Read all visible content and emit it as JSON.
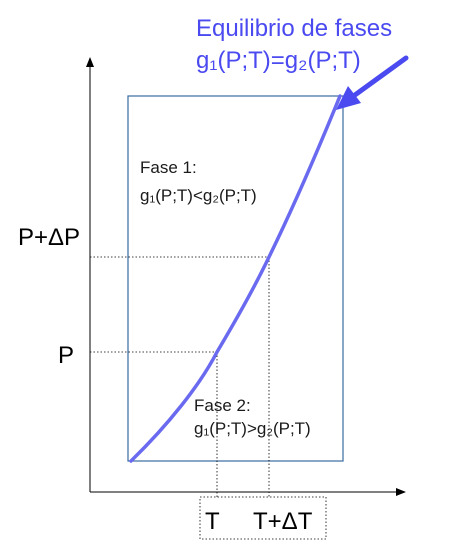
{
  "title": {
    "line1": "Equilibrio de fases",
    "line2": "g₁(P;T)=g₂(P;T)"
  },
  "axes": {
    "y_ticks": {
      "p_plus_dp": "P+ΔP",
      "p": "P"
    },
    "x_ticks": {
      "t": "T",
      "t_plus_dt": "T+ΔT"
    }
  },
  "regions": {
    "phase1": {
      "name": "Fase 1:",
      "relation": "g₁(P;T)<g₂(P;T)"
    },
    "phase2": {
      "name": "Fase 2:",
      "relation": "g₁(P;T)>g₂(P;T)"
    }
  },
  "colors": {
    "accent": "#4a4af0",
    "curve": "#6a6af0",
    "box_border": "#3a6aa0",
    "axis": "#000000"
  }
}
